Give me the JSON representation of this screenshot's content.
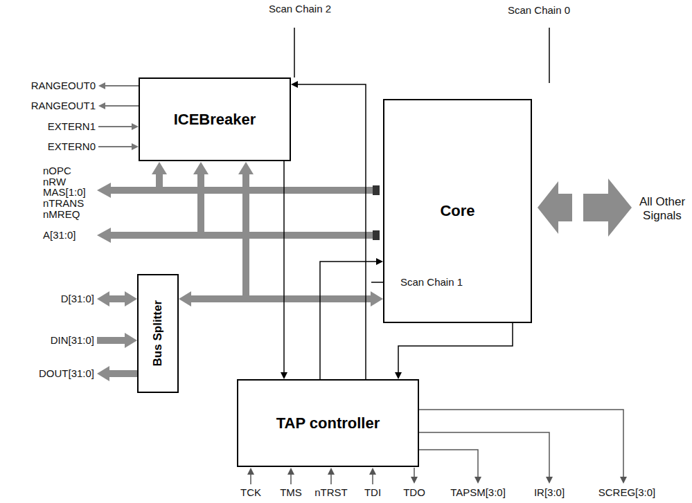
{
  "diagram": {
    "nodes": [
      {
        "text": [
          "ICEBreaker"
        ]
      },
      {
        "text": [
          "Core"
        ]
      },
      {
        "text": [
          "Bus Splitter"
        ]
      },
      {
        "text": [
          "TAP controller"
        ]
      }
    ],
    "edges": [
      {
        "from": 0,
        "to": 3,
        "arrow": "to"
      },
      {
        "from": 3,
        "to": 0,
        "arrow": "to"
      },
      {
        "from": 3,
        "to": 1,
        "arrow": "to"
      },
      {
        "from": 1,
        "to": 3,
        "arrow": "to"
      },
      {
        "from": 2,
        "to": 1,
        "arrow": "both"
      }
    ],
    "labels": [
      "Scan Chain 2",
      "Scan Chain 0",
      "RANGEOUT0",
      "RANGEOUT1",
      "EXTERN1",
      "EXTERN0",
      "nOPC",
      "nRW",
      "MAS[1:0]",
      "nTRANS",
      "nMREQ",
      "A[31:0]",
      "Scan Chain 1",
      "D[31:0]",
      "DIN[31:0]",
      "DOUT[31:0]",
      "All Other Signals",
      "TCK",
      "TMS",
      "nTRST",
      "TDI",
      "TDO",
      "TAPSM[3:0]",
      "IR[3:0]",
      "SCREG[3:0]"
    ]
  }
}
